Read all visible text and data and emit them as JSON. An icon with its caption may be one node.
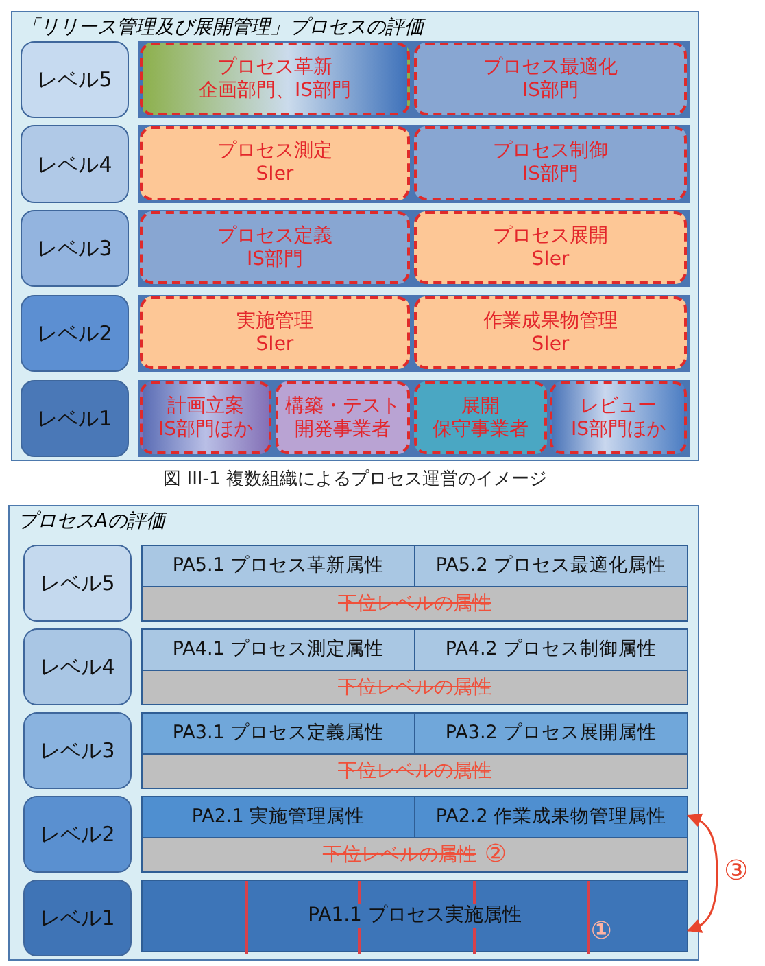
{
  "diagram": {
    "caption": "図 III-1 複数組織によるプロセス運営のイメージ",
    "nodes": [
      {
        "text": [
          "「リリース管理及び展開管理」プロセスの評価"
        ]
      },
      {
        "text": [
          "レベル5"
        ],
        "in": 0
      },
      {
        "text": [
          "プロセス革新",
          "企画部門、IS部門"
        ],
        "in": 0
      },
      {
        "text": [
          "プロセス最適化",
          "IS部門"
        ],
        "in": 0
      },
      {
        "text": [
          "レベル4"
        ],
        "in": 0
      },
      {
        "text": [
          "プロセス測定",
          "SIer"
        ],
        "in": 0
      },
      {
        "text": [
          "プロセス制御",
          "IS部門"
        ],
        "in": 0
      },
      {
        "text": [
          "レベル3"
        ],
        "in": 0
      },
      {
        "text": [
          "プロセス定義",
          "IS部門"
        ],
        "in": 0
      },
      {
        "text": [
          "プロセス展開",
          "SIer"
        ],
        "in": 0
      },
      {
        "text": [
          "レベル2"
        ],
        "in": 0
      },
      {
        "text": [
          "実施管理",
          "SIer"
        ],
        "in": 0
      },
      {
        "text": [
          "作業成果物管理",
          "SIer"
        ],
        "in": 0
      },
      {
        "text": [
          "レベル1"
        ],
        "in": 0
      },
      {
        "text": [
          "計画立案",
          "IS部門ほか"
        ],
        "in": 0
      },
      {
        "text": [
          "構築・テスト",
          "開発事業者"
        ],
        "in": 0
      },
      {
        "text": [
          "展開",
          "保守事業者"
        ],
        "in": 0
      },
      {
        "text": [
          "レビュー",
          "IS部門ほか"
        ],
        "in": 0
      },
      {
        "text": [
          "プロセスAの評価"
        ]
      },
      {
        "text": [
          "レベル5"
        ],
        "in": 18
      },
      {
        "text": [
          "PA5.1 プロセス革新属性"
        ],
        "in": 18
      },
      {
        "text": [
          "PA5.2 プロセス最適化属性"
        ],
        "in": 18
      },
      {
        "text": [
          "下位レベルの属性"
        ],
        "in": 18
      },
      {
        "text": [
          "レベル4"
        ],
        "in": 18
      },
      {
        "text": [
          "PA4.1 プロセス測定属性"
        ],
        "in": 18
      },
      {
        "text": [
          "PA4.2 プロセス制御属性"
        ],
        "in": 18
      },
      {
        "text": [
          "下位レベルの属性"
        ],
        "in": 18
      },
      {
        "text": [
          "レベル3"
        ],
        "in": 18
      },
      {
        "text": [
          "PA3.1 プロセス定義属性"
        ],
        "in": 18
      },
      {
        "text": [
          "PA3.2 プロセス展開属性"
        ],
        "in": 18
      },
      {
        "text": [
          "下位レベルの属性"
        ],
        "in": 18
      },
      {
        "text": [
          "レベル2"
        ],
        "in": 18
      },
      {
        "text": [
          "PA2.1 実施管理属性"
        ],
        "in": 18
      },
      {
        "text": [
          "PA2.2 作業成果物管理属性"
        ],
        "in": 18
      },
      {
        "text": [
          "下位レベルの属性",
          "②"
        ],
        "in": 18
      },
      {
        "text": [
          "レベル1"
        ],
        "in": 18
      },
      {
        "text": [
          "PA1.1 プロセス実施属性",
          "①"
        ],
        "in": 18
      }
    ],
    "edges": [
      {
        "from": 33,
        "to": 36,
        "arrow": "both",
        "label": "③"
      }
    ]
  }
}
